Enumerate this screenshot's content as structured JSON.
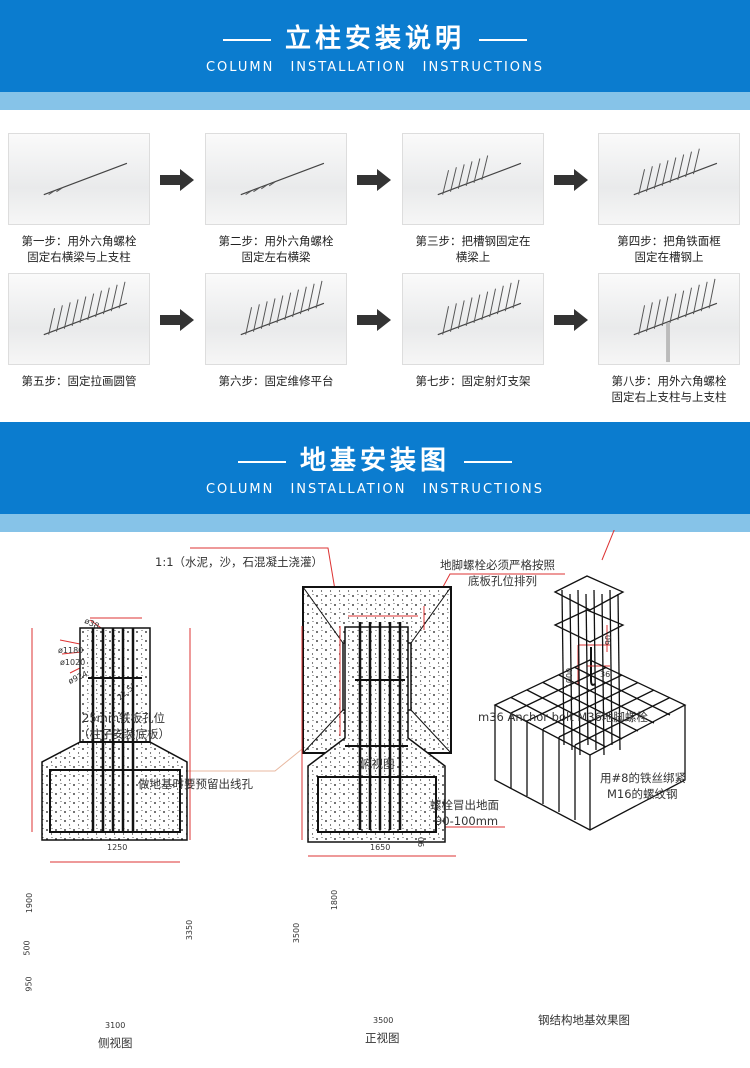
{
  "section1": {
    "title": "立柱安装说明",
    "subtitle": "COLUMN INSTALLATION INSTRUCTIONS"
  },
  "steps": [
    {
      "line1": "第一步：用外六角螺栓",
      "line2": "固定右横梁与上支柱"
    },
    {
      "line1": "第二步：用外六角螺栓",
      "line2": "固定左右横梁"
    },
    {
      "line1": "第三步：把槽钢固定在",
      "line2": "横梁上"
    },
    {
      "line1": "第四步：把角铁面框",
      "line2": "固定在槽钢上"
    },
    {
      "line1": "第五步：固定拉画圆管",
      "line2": ""
    },
    {
      "line1": "第六步：固定维修平台",
      "line2": ""
    },
    {
      "line1": "第七步：固定射灯支架",
      "line2": ""
    },
    {
      "line1": "第八步：用外六角螺栓",
      "line2": "固定右上支柱与上支柱"
    }
  ],
  "section2": {
    "title": "地基安装图",
    "subtitle": "COLUMN INSTALLATION INSTRUCTIONS"
  },
  "foundation": {
    "mix_note": "1:1（水泥，沙，石混凝土浇灌）",
    "bolt_note_1": "地脚螺栓必须严格按照",
    "bolt_note_2": "底板孔位排列",
    "plate_label_1": "25mm铁板孔位",
    "plate_label_2": "（柱子安装底板）",
    "plate_dims": {
      "d1": "ø38",
      "d2": "ø1180",
      "d3": "ø1020",
      "d4": "ø924",
      "angle": "22.5°"
    },
    "anchor_label": "m36  Anchor bolt M36地脚螺栓",
    "anchor_dims": {
      "top": "90",
      "length": "1000",
      "dia": "36"
    },
    "top_view": "俯视图",
    "cable_hole": "做地基时要预留出线孔",
    "wire_note_1": "用#8的铁丝绑紧",
    "wire_note_2": "M16的螺纹钢",
    "bolt_out_1": "螺栓冒出地面",
    "bolt_out_2": "90-100mm",
    "side_view": "侧视图",
    "side_dims": {
      "top": "1250",
      "h1": "1900",
      "h2": "500",
      "h3": "950",
      "total": "3350",
      "base": "3100"
    },
    "front_view": "正视图",
    "front_dims": {
      "top": "1650",
      "bolt": "90",
      "h1": "1800",
      "total": "3500",
      "base": "3500"
    },
    "steel_view": "钢结构地基效果图"
  }
}
